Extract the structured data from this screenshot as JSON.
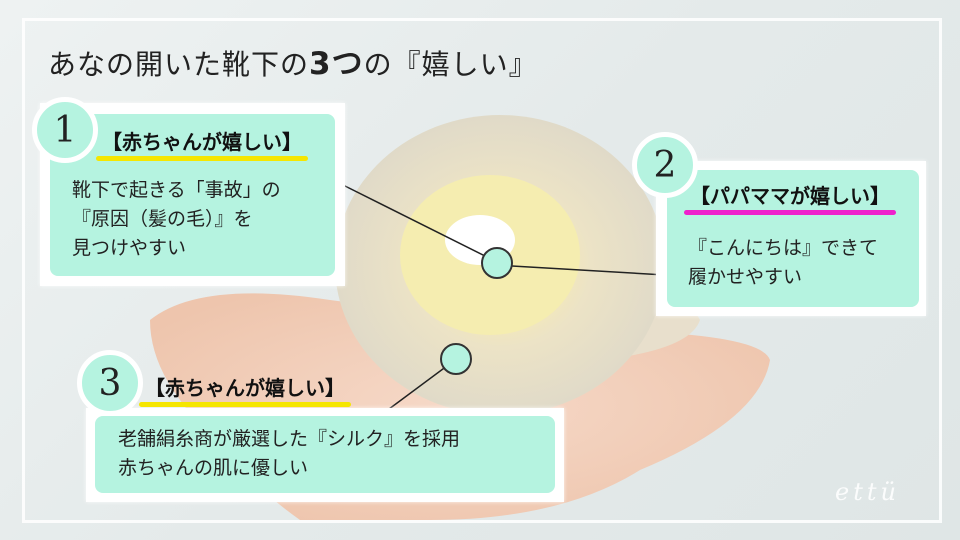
{
  "title": {
    "pre": "あなの開いた靴下の",
    "num": "3",
    "mid": "つ",
    "post": "の『嬉しい』"
  },
  "points": [
    {
      "number": "1",
      "heading": "【赤ちゃんが嬉しい】",
      "lines": [
        "靴下で起きる「事故」の",
        "『原因（髪の毛）』を",
        "見つけやすい"
      ],
      "underline": "#f5e600"
    },
    {
      "number": "2",
      "heading": "【パパママが嬉しい】",
      "lines": [
        "『こんにちは』できて",
        "履かせやすい"
      ],
      "underline": "#ee22cc"
    },
    {
      "number": "3",
      "heading": "【赤ちゃんが嬉しい】",
      "lines": [
        "老舗絹糸商が厳選した『シルク』を採用",
        "赤ちゃんの肌に優しい"
      ],
      "underline": "#f5e600"
    }
  ],
  "logo": "ettü",
  "colors": {
    "mint": "#b5f3e0",
    "yellow": "#f5e600",
    "magenta": "#ee22cc"
  }
}
